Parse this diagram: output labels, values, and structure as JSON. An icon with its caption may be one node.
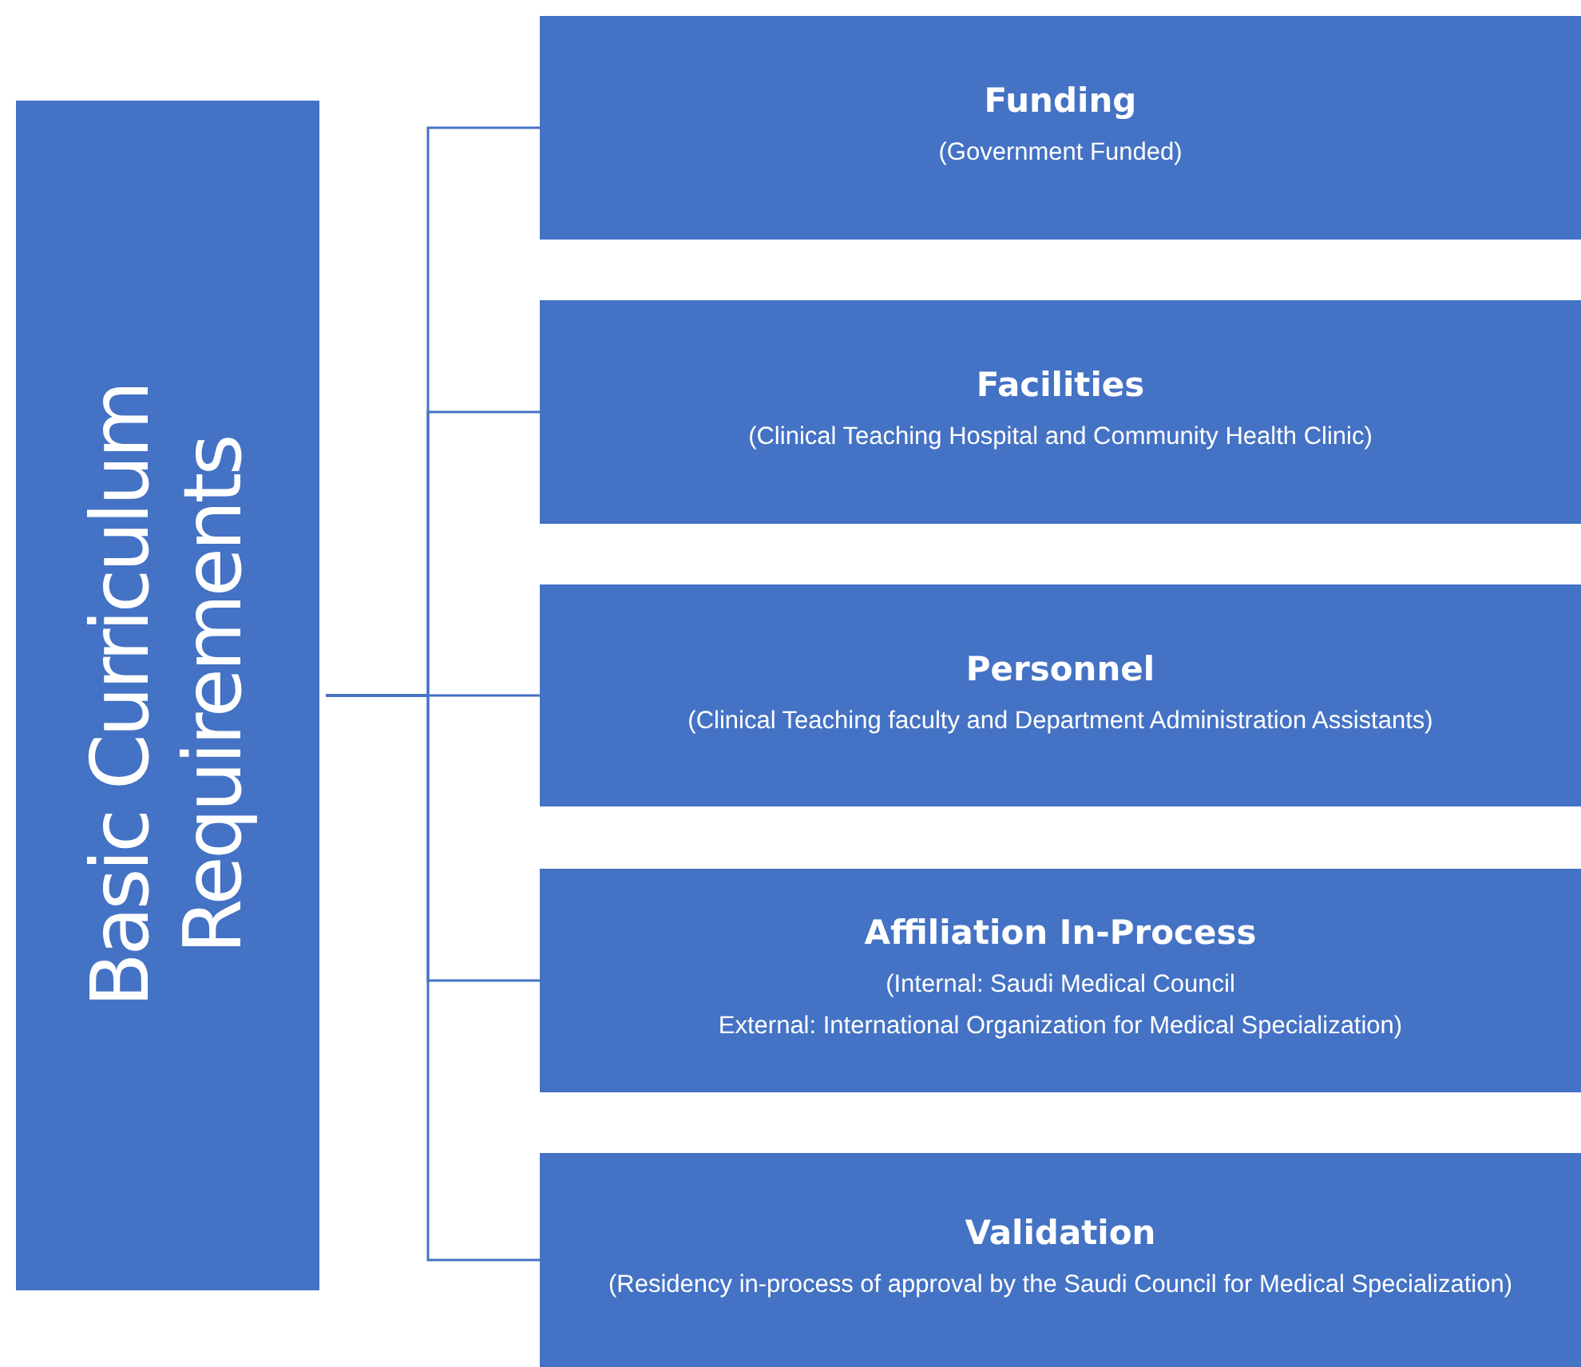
{
  "diagram": {
    "nodes": [
      {
        "text": [
          "Basic Curriculum Requirements"
        ]
      },
      {
        "text": [
          "Funding",
          "(Government Funded)"
        ]
      },
      {
        "text": [
          "Facilities",
          "(Clinical Teaching Hospital and Community Health Clinic)"
        ]
      },
      {
        "text": [
          "Personnel",
          "(Clinical Teaching faculty and Department Administration Assistants)"
        ]
      },
      {
        "text": [
          "Affiliation In-Process",
          "(Internal: Saudi Medical Council",
          "External: International Organization for Medical Specialization)"
        ]
      },
      {
        "text": [
          "Validation",
          "(Residency in-process of approval by the Saudi Council for Medical Specialization)"
        ]
      }
    ],
    "edges": [
      {
        "from": 0,
        "to": 1,
        "arrow": "none"
      },
      {
        "from": 0,
        "to": 2,
        "arrow": "none"
      },
      {
        "from": 0,
        "to": 3,
        "arrow": "none"
      },
      {
        "from": 0,
        "to": 4,
        "arrow": "none"
      },
      {
        "from": 0,
        "to": 5,
        "arrow": "none"
      }
    ]
  }
}
